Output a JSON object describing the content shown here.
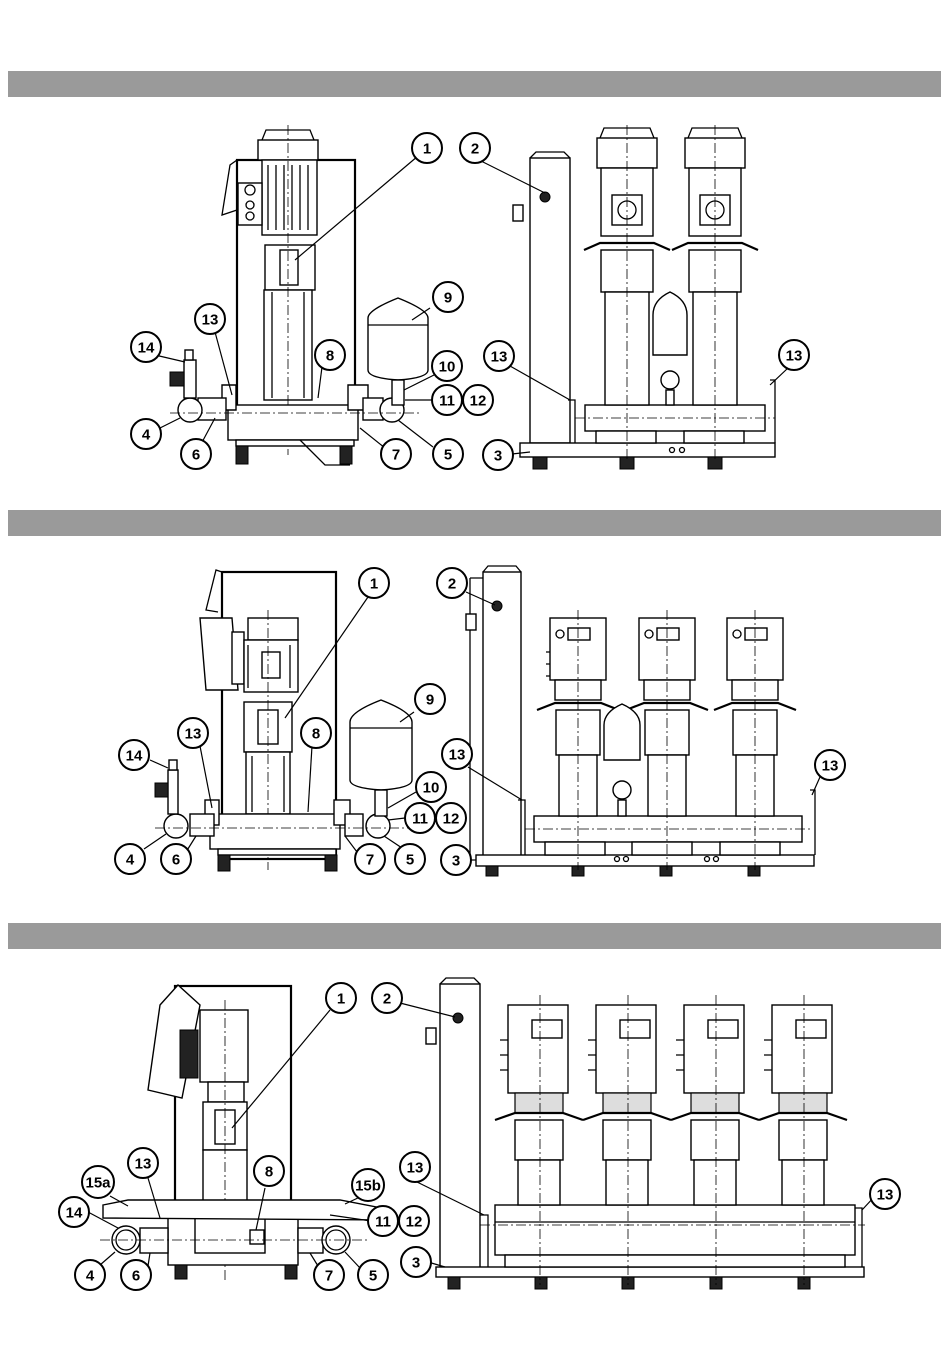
{
  "sections": [
    {
      "name": "section-1",
      "callouts": [
        "1",
        "2",
        "3",
        "4",
        "5",
        "6",
        "7",
        "8",
        "9",
        "10",
        "11",
        "12",
        "13",
        "13",
        "13",
        "14"
      ]
    },
    {
      "name": "section-2",
      "callouts": [
        "1",
        "2",
        "3",
        "4",
        "5",
        "6",
        "7",
        "8",
        "9",
        "10",
        "11",
        "12",
        "13",
        "13",
        "13",
        "14"
      ]
    },
    {
      "name": "section-3",
      "callouts": [
        "1",
        "2",
        "3",
        "4",
        "5",
        "6",
        "7",
        "8",
        "11",
        "12",
        "13",
        "13",
        "13",
        "14",
        "15a",
        "15b"
      ]
    }
  ],
  "colors": {
    "header_band": "#9a9a9a",
    "line": "#000000",
    "background": "#ffffff"
  }
}
